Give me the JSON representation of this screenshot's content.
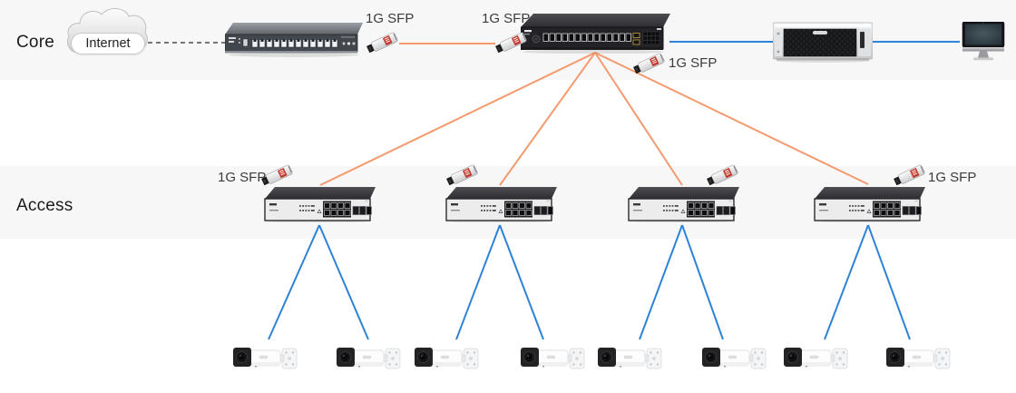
{
  "bands": {
    "core_label": "Core",
    "access_label": "Access"
  },
  "cloud": {
    "label": "Internet"
  },
  "labels": {
    "sfp_router": "1G SFP",
    "sfp_core_in": "1G SFP",
    "sfp_core_down": "1G SFP",
    "sfp_access_1": "1G SFP",
    "sfp_access_4": "1G SFP"
  },
  "colors": {
    "fiber_link": "#f49a6e",
    "ethernet_link": "#2e82d8",
    "band_background": "#f7f7f8"
  },
  "nodes": [
    {
      "id": "internet-cloud",
      "kind": "internet"
    },
    {
      "id": "router",
      "kind": "rack-router"
    },
    {
      "id": "core-switch",
      "kind": "24-port-sfp-switch"
    },
    {
      "id": "nvr-server",
      "kind": "storage-server"
    },
    {
      "id": "monitor",
      "kind": "desktop-monitor"
    },
    {
      "id": "access-switch-1",
      "kind": "8-port-poe-switch"
    },
    {
      "id": "access-switch-2",
      "kind": "8-port-poe-switch"
    },
    {
      "id": "access-switch-3",
      "kind": "8-port-poe-switch"
    },
    {
      "id": "access-switch-4",
      "kind": "8-port-poe-switch"
    },
    {
      "id": "camera-1",
      "kind": "bullet-ip-camera"
    },
    {
      "id": "camera-2",
      "kind": "bullet-ip-camera"
    },
    {
      "id": "camera-3",
      "kind": "bullet-ip-camera"
    },
    {
      "id": "camera-4",
      "kind": "bullet-ip-camera"
    },
    {
      "id": "camera-5",
      "kind": "bullet-ip-camera"
    },
    {
      "id": "camera-6",
      "kind": "bullet-ip-camera"
    },
    {
      "id": "camera-7",
      "kind": "bullet-ip-camera"
    },
    {
      "id": "camera-8",
      "kind": "bullet-ip-camera"
    }
  ],
  "edges": [
    {
      "from": "internet-cloud",
      "to": "router",
      "type": "dashed"
    },
    {
      "from": "router",
      "to": "core-switch",
      "type": "fiber-1g-sfp"
    },
    {
      "from": "core-switch",
      "to": "access-switch-1",
      "type": "fiber-1g-sfp"
    },
    {
      "from": "core-switch",
      "to": "access-switch-2",
      "type": "fiber-1g-sfp"
    },
    {
      "from": "core-switch",
      "to": "access-switch-3",
      "type": "fiber-1g-sfp"
    },
    {
      "from": "core-switch",
      "to": "access-switch-4",
      "type": "fiber-1g-sfp"
    },
    {
      "from": "core-switch",
      "to": "nvr-server",
      "type": "ethernet"
    },
    {
      "from": "nvr-server",
      "to": "monitor",
      "type": "ethernet"
    },
    {
      "from": "access-switch-1",
      "to": "camera-1",
      "type": "ethernet"
    },
    {
      "from": "access-switch-1",
      "to": "camera-2",
      "type": "ethernet"
    },
    {
      "from": "access-switch-2",
      "to": "camera-3",
      "type": "ethernet"
    },
    {
      "from": "access-switch-2",
      "to": "camera-4",
      "type": "ethernet"
    },
    {
      "from": "access-switch-3",
      "to": "camera-5",
      "type": "ethernet"
    },
    {
      "from": "access-switch-3",
      "to": "camera-6",
      "type": "ethernet"
    },
    {
      "from": "access-switch-4",
      "to": "camera-7",
      "type": "ethernet"
    },
    {
      "from": "access-switch-4",
      "to": "camera-8",
      "type": "ethernet"
    }
  ]
}
